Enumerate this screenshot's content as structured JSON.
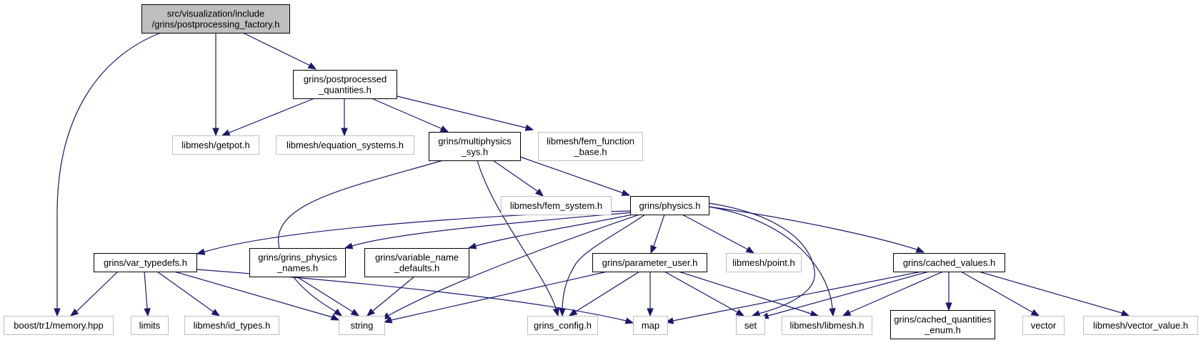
{
  "colors": {
    "edge": "#191970",
    "root_fill": "#bfbfbf",
    "solid_border": "#000000",
    "external_border": "#bfbfbf",
    "node_fill": "#ffffff"
  },
  "nodes": {
    "root": [
      "src/visualization/include",
      "/grins/postprocessing_factory.h"
    ],
    "postprocessed": [
      "grins/postprocessed",
      "_quantities.h"
    ],
    "getpot": [
      "libmesh/getpot.h"
    ],
    "equation_systems": [
      "libmesh/equation_systems.h"
    ],
    "fem_function": [
      "libmesh/fem_function",
      "_base.h"
    ],
    "multiphysics": [
      "grins/multiphysics",
      "_sys.h"
    ],
    "fem_system": [
      "libmesh/fem_system.h"
    ],
    "physics": [
      "grins/physics.h"
    ],
    "var_typedefs": [
      "grins/var_typedefs.h"
    ],
    "grins_physics_names": [
      "grins/grins_physics",
      "_names.h"
    ],
    "variable_name": [
      "grins/variable_name",
      "_defaults.h"
    ],
    "parameter_user": [
      "grins/parameter_user.h"
    ],
    "point": [
      "libmesh/point.h"
    ],
    "cached_values": [
      "grins/cached_values.h"
    ],
    "memory": [
      "boost/tr1/memory.hpp"
    ],
    "limits": [
      "limits"
    ],
    "id_types": [
      "libmesh/id_types.h"
    ],
    "string": [
      "string"
    ],
    "grins_config": [
      "grins_config.h"
    ],
    "map": [
      "map"
    ],
    "set": [
      "set"
    ],
    "libmesh": [
      "libmesh/libmesh.h"
    ],
    "cached_quantities_enum": [
      "grins/cached_quantities",
      "_enum.h"
    ],
    "vector": [
      "vector"
    ],
    "vector_value": [
      "libmesh/vector_value.h"
    ]
  }
}
